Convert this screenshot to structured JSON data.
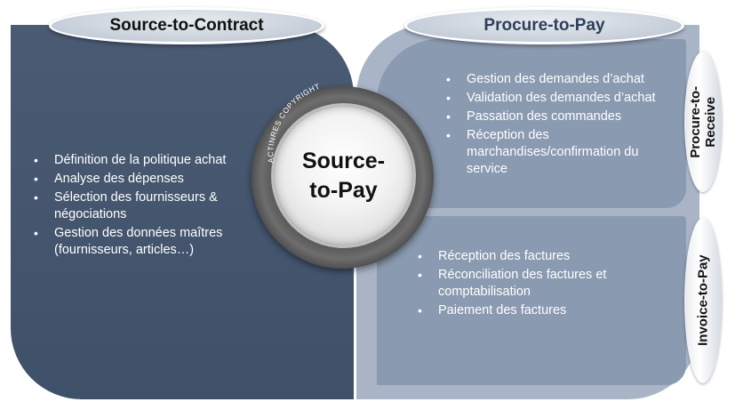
{
  "diagram": {
    "left": {
      "title": "Source-to-Contract",
      "items": [
        "Définition de la politique achat",
        "Analyse des dépenses",
        "Sélection des fournisseurs & négociations",
        "Gestion des données maîtres (fournisseurs, articles…)"
      ]
    },
    "right": {
      "title": "Procure-to-Pay",
      "procure_to_receive": {
        "label": "Procure-to-Receive",
        "items": [
          "Gestion des demandes d’achat",
          "Validation des demandes d’achat",
          "Passation des commandes",
          "Réception des marchandises/confirmation du service"
        ]
      },
      "invoice_to_pay": {
        "label": "Invoice-to-Pay",
        "items": [
          "Réception des factures",
          "Réconciliation des factures et comptabilisation",
          "Paiement des factures"
        ]
      }
    },
    "center": {
      "title": "Source-to-Pay",
      "copyright": "ACTINRES COPYRIGHT"
    },
    "colors": {
      "left_panel": "#44556e",
      "right_outer": "#a9b5c7",
      "right_inner": "#8a9ab0",
      "oval": "#c6ced9",
      "text_light": "#ffffff"
    }
  }
}
